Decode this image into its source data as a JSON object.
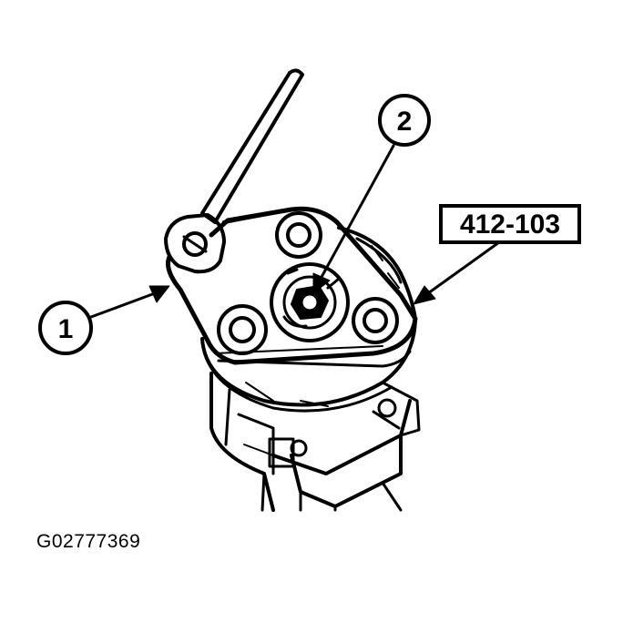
{
  "callouts": {
    "c1": "1",
    "c2": "2",
    "tool_number": "412-103"
  },
  "figure_code": "G02777369",
  "colors": {
    "ink": "#000000",
    "paper": "#ffffff"
  }
}
